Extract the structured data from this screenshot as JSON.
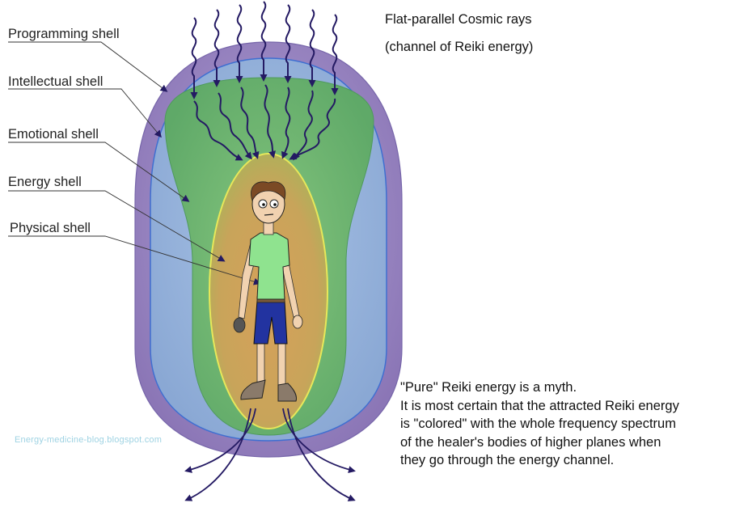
{
  "labels": {
    "programming": "Programming shell",
    "intellectual": "Intellectual shell",
    "emotional": "Emotional shell",
    "energy": "Energy shell",
    "physical": "Physical shell"
  },
  "rays": {
    "line1": "Flat-parallel Cosmic rays",
    "line2": "(channel of Reiki energy)"
  },
  "note": {
    "lines": [
      "\"Pure\" Reiki energy is a myth.",
      "It is most certain that the attracted Reiki energy",
      "is \"colored\" with the whole frequency spectrum",
      "of the healer's bodies of higher planes when",
      "they go through the energy channel."
    ]
  },
  "watermark": "Energy-medicine-blog.blogspot.com",
  "colors": {
    "programming_shell": "#9f8fc4",
    "intellectual_shell": "#93b1d6",
    "emotional_shell": "#6fb27a",
    "energy_shell": "#c9a35a",
    "ray": "#241a63",
    "shirt": "#8fe38f",
    "shorts": "#2233a0"
  }
}
